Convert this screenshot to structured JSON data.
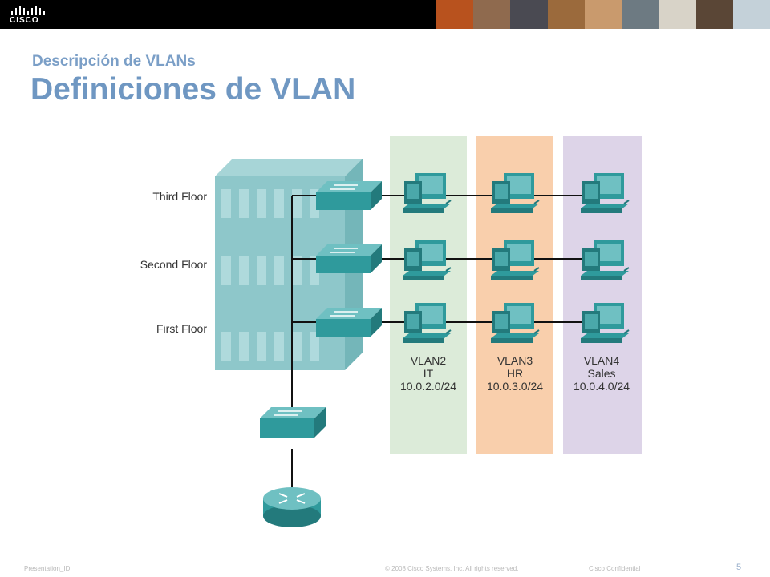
{
  "header": {
    "logo_text": "CISCO",
    "photo_colors": [
      "#b8521e",
      "#8f6a4e",
      "#4a4a52",
      "#9b6a3c",
      "#c99a6d",
      "#6d7a82",
      "#d8d3c8",
      "#5a4636",
      "#c4d1d9"
    ]
  },
  "subtitle": "Descripción de VLANs",
  "title": "Definiciones de VLAN",
  "diagram": {
    "floors": [
      "Third Floor",
      "Second Floor",
      "First Floor"
    ],
    "vlans": [
      {
        "name": "VLAN2",
        "dept": "IT",
        "subnet": "10.0.2.0/24",
        "color": "#dcebd9"
      },
      {
        "name": "VLAN3",
        "dept": "HR",
        "subnet": "10.0.3.0/24",
        "color": "#f9cfac"
      },
      {
        "name": "VLAN4",
        "dept": "Sales",
        "subnet": "10.0.4.0/24",
        "color": "#ddd4e8"
      }
    ],
    "device_color": "#2f9a9c",
    "building_color": "#8ec7ca"
  },
  "footer": {
    "presentation_id": "Presentation_ID",
    "copyright": "© 2008 Cisco Systems, Inc. All rights reserved.",
    "confidential": "Cisco Confidential",
    "page_number": "5"
  }
}
